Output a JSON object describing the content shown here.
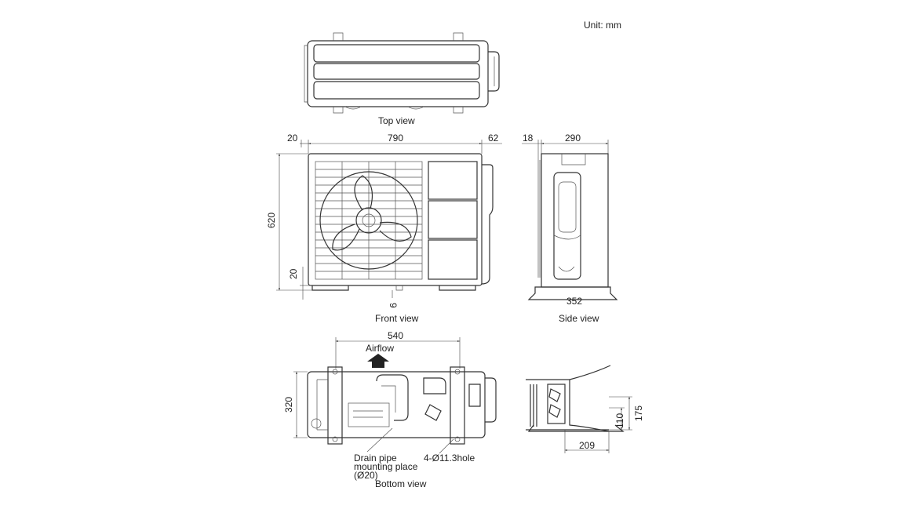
{
  "unit_label": "Unit: mm",
  "views": {
    "top": "Top view",
    "front": "Front view",
    "side": "Side view",
    "bottom": "Bottom view"
  },
  "dimensions": {
    "front_left_offset": "20",
    "front_width": "790",
    "front_right_offset": "62",
    "front_height": "620",
    "front_foot_height": "20",
    "front_bottom_gap": "9",
    "side_left_offset": "18",
    "side_depth": "290",
    "side_base_depth": "352",
    "bottom_mount_span": "540",
    "bottom_depth": "320",
    "detail_height_small": "110",
    "detail_height_large": "175",
    "detail_width": "209"
  },
  "notes": {
    "airflow": "Airflow",
    "drain_line1": "Drain pipe",
    "drain_line2": "mounting place",
    "drain_line3": "(Ø20)",
    "holes": "4-Ø11.3hole"
  }
}
